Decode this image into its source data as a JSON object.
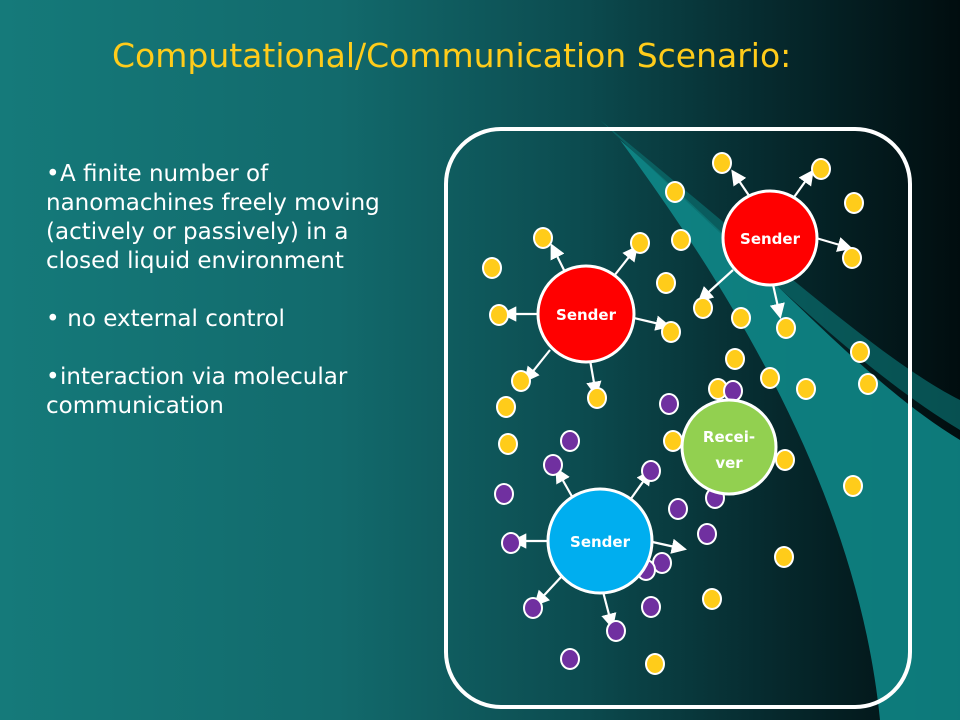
{
  "slide": {
    "title": "Computational/Communication Scenario:",
    "bullets": [
      "A finite number of nanomachines freely moving  (actively or passively) in a closed liquid environment",
      " no external control",
      "interaction via molecular communication"
    ]
  },
  "diagram": {
    "nodes": [
      {
        "id": "sender-top",
        "label": "Sender",
        "color": "#ff0000"
      },
      {
        "id": "sender-mid",
        "label": "Sender",
        "color": "#ff0000"
      },
      {
        "id": "sender-bottom",
        "label": "Sender",
        "color": "#00aeef"
      },
      {
        "id": "receiver",
        "label_line1": "Recei-",
        "label_line2": "ver",
        "color": "#92d050"
      }
    ],
    "molecule_colors": {
      "yellow": "#ffcc1a",
      "purple": "#7030a0"
    }
  },
  "colors": {
    "title": "#ffcc1a",
    "text": "#ffffff",
    "container_border": "#ffffff"
  }
}
